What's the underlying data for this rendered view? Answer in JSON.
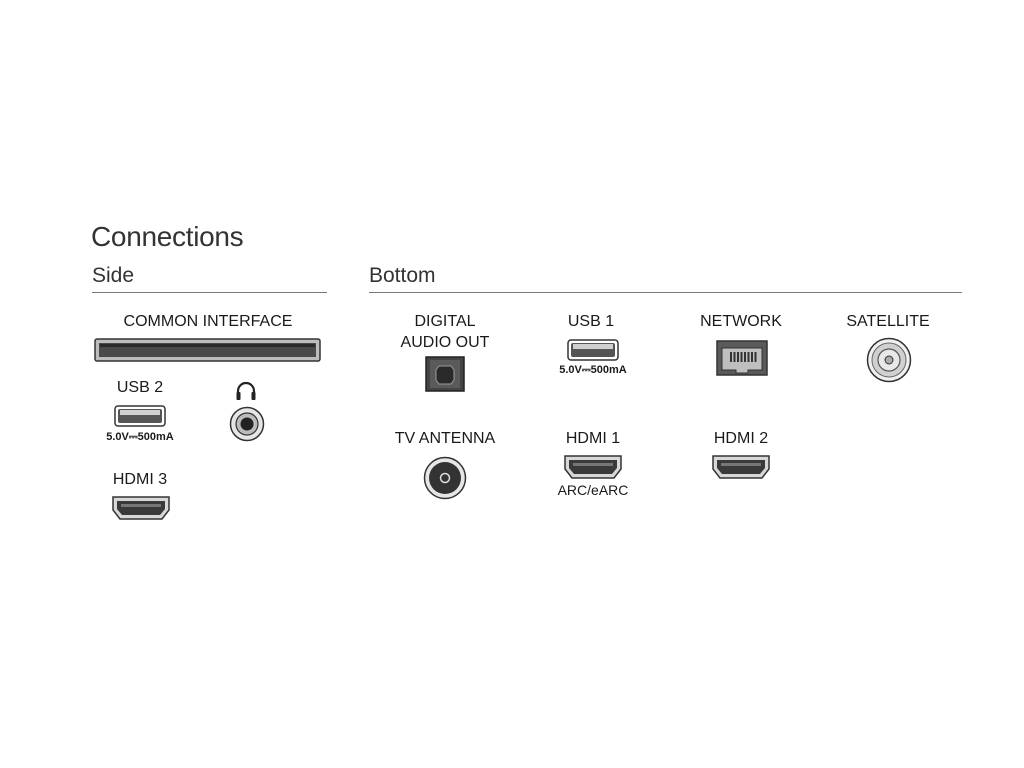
{
  "title": "Connections",
  "side": {
    "heading": "Side",
    "common_interface": "COMMON INTERFACE",
    "usb2": {
      "label": "USB 2",
      "spec": "5.0V⎓500mA"
    },
    "headphone_icon": "headphones-icon",
    "hdmi3": {
      "label": "HDMI 3"
    }
  },
  "bottom": {
    "heading": "Bottom",
    "digital_audio_out_line1": "DIGITAL",
    "digital_audio_out_line2": "AUDIO OUT",
    "usb1": {
      "label": "USB 1",
      "spec": "5.0V⎓500mA"
    },
    "network": {
      "label": "NETWORK"
    },
    "satellite": {
      "label": "SATELLITE"
    },
    "tv_antenna": {
      "label": "TV ANTENNA"
    },
    "hdmi1": {
      "label": "HDMI 1",
      "sub": "ARC/eARC"
    },
    "hdmi2": {
      "label": "HDMI 2"
    }
  },
  "colors": {
    "port_gray": "#d9d9d9",
    "port_dark": "#3a3a3a",
    "text": "#1a1a1a"
  }
}
